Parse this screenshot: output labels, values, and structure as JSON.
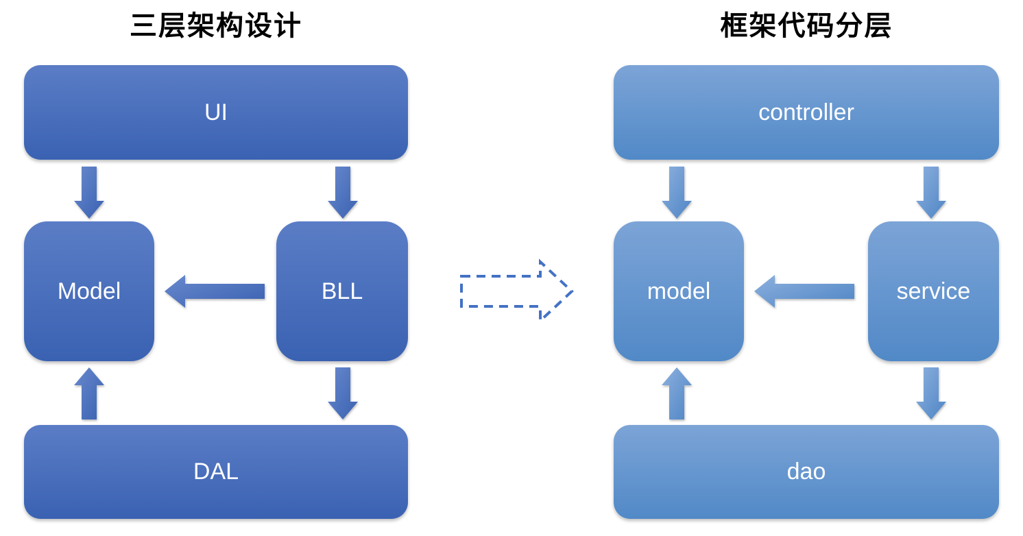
{
  "left_diagram": {
    "title": "三层架构设计",
    "boxes": {
      "top": "UI",
      "mid_left": "Model",
      "mid_right": "BLL",
      "bottom": "DAL"
    },
    "arrows": [
      "ui-to-model-down",
      "ui-to-bll-down",
      "bll-to-model-left",
      "dal-to-model-up",
      "bll-to-dal-down"
    ]
  },
  "right_diagram": {
    "title": "框架代码分层",
    "boxes": {
      "top": "controller",
      "mid_left": "model",
      "mid_right": "service",
      "bottom": "dao"
    },
    "arrows": [
      "controller-to-model-down",
      "controller-to-service-down",
      "service-to-model-left",
      "dao-to-model-up",
      "service-to-dao-down"
    ]
  },
  "center": {
    "transform_arrow": "dashed-right-block-arrow"
  },
  "colors": {
    "left_box_gradient_top": "#5b7dc6",
    "left_box_gradient_bottom": "#3a62b2",
    "right_box_gradient_top": "#7ca4d7",
    "right_box_gradient_bottom": "#5189c7",
    "left_arrow_gradient_top": "#6889cd",
    "left_arrow_gradient_bottom": "#3a61b1",
    "right_arrow_gradient_top": "#8db0de",
    "right_arrow_gradient_bottom": "#4e85c5",
    "dashed_arrow_stroke": "#4472c4",
    "box_text": "#ffffff",
    "title_text": "#000000",
    "background": "#ffffff"
  }
}
